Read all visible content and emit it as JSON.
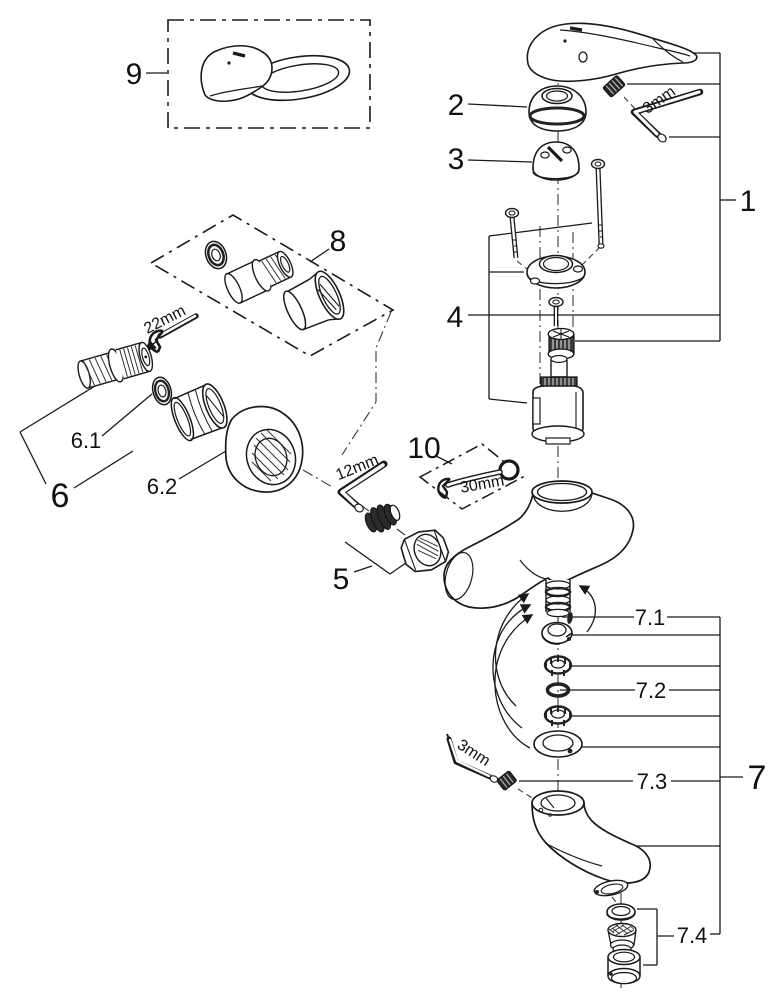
{
  "diagram": {
    "type": "exploded-parts-diagram",
    "subject": "single-lever wall-mounted mixer faucet spare parts",
    "background": "#ffffff",
    "line_color": "#1a1a1a",
    "parts": {
      "p1": "1",
      "p2": "2",
      "p3": "3",
      "p4": "4",
      "p5": "5",
      "p6": "6",
      "p6_1": "6.1",
      "p6_2": "6.2",
      "p7": "7",
      "p7_1": "7.1",
      "p7_2": "7.2",
      "p7_3": "7.3",
      "p7_4": "7.4",
      "p8": "8",
      "p9": "9",
      "p10": "10"
    },
    "tool_sizes": {
      "hex_key_top": "3mm",
      "open_end_wrench": "22mm",
      "hex_key_middle": "12mm",
      "combination_wrench": "30mm",
      "hex_key_bottom": "3mm"
    }
  }
}
